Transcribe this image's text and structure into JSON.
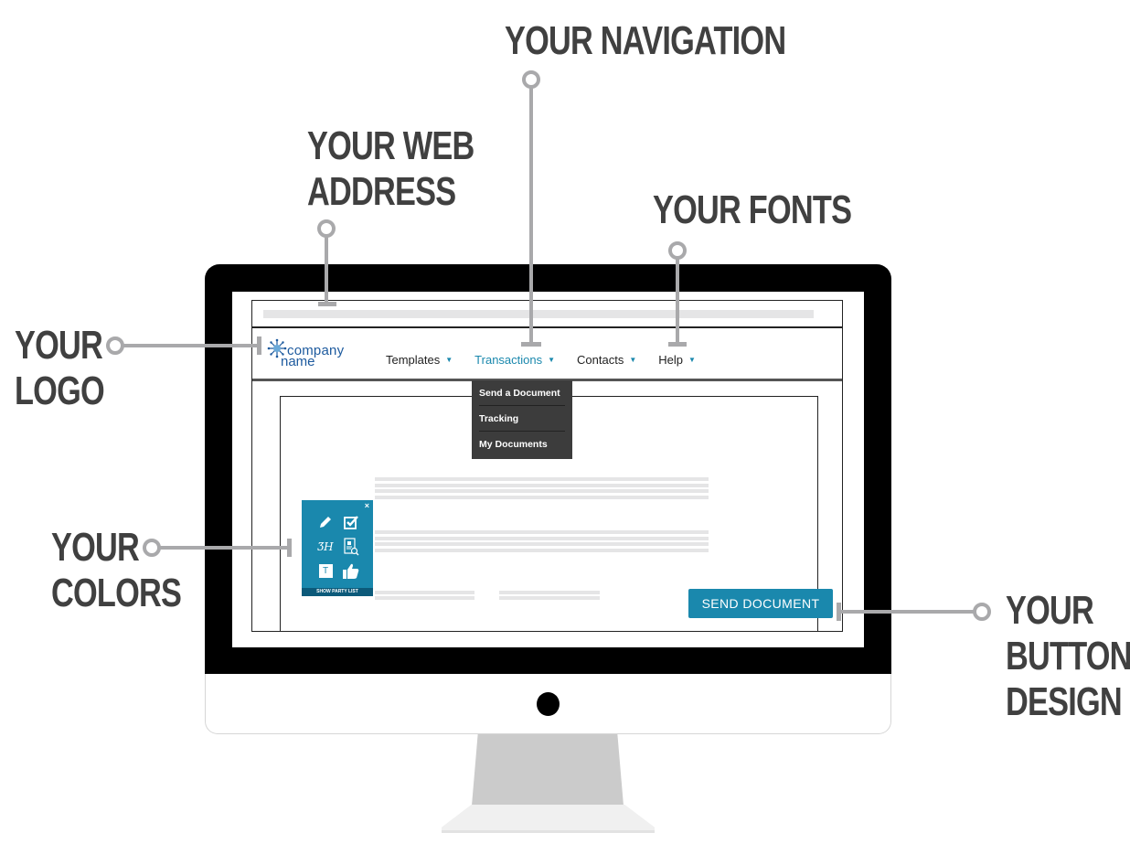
{
  "callouts": {
    "navigation": "YOUR NAVIGATION",
    "web_address": "YOUR WEB\nADDRESS",
    "fonts": "YOUR FONTS",
    "logo": "YOUR\nLOGO",
    "colors": "YOUR\nCOLORS",
    "button_design": "YOUR\nBUTTON\nDESIGN"
  },
  "colors": {
    "accent": "#1a88ad",
    "accent_dark": "#0c5a7a",
    "dropdown_bg": "#3c3c3c",
    "callout_text": "#404040",
    "leader_line": "#a9a9ab",
    "placeholder_line": "#e5e5e6"
  },
  "app": {
    "logo": {
      "line1": "company",
      "line2": "name",
      "icon": "snowflake-icon"
    },
    "nav": {
      "items": [
        {
          "label": "Templates",
          "active": false
        },
        {
          "label": "Transactions",
          "active": true
        },
        {
          "label": "Contacts",
          "active": false
        },
        {
          "label": "Help",
          "active": false
        }
      ],
      "caret_glyph": "▼"
    },
    "dropdown": {
      "items": [
        {
          "label": "Send a Document"
        },
        {
          "label": "Tracking"
        },
        {
          "label": "My Documents"
        }
      ]
    },
    "palette": {
      "close_glyph": "×",
      "icons": [
        "pencil-icon",
        "checkbox-icon",
        "signature-icon",
        "document-search-icon",
        "text-field-icon",
        "thumbs-up-icon"
      ],
      "text_icon_glyph": "T",
      "signature_glyph": "ƷH",
      "footer_label": "SHOW PARTY LIST"
    },
    "send_button": {
      "label": "SEND DOCUMENT"
    }
  }
}
